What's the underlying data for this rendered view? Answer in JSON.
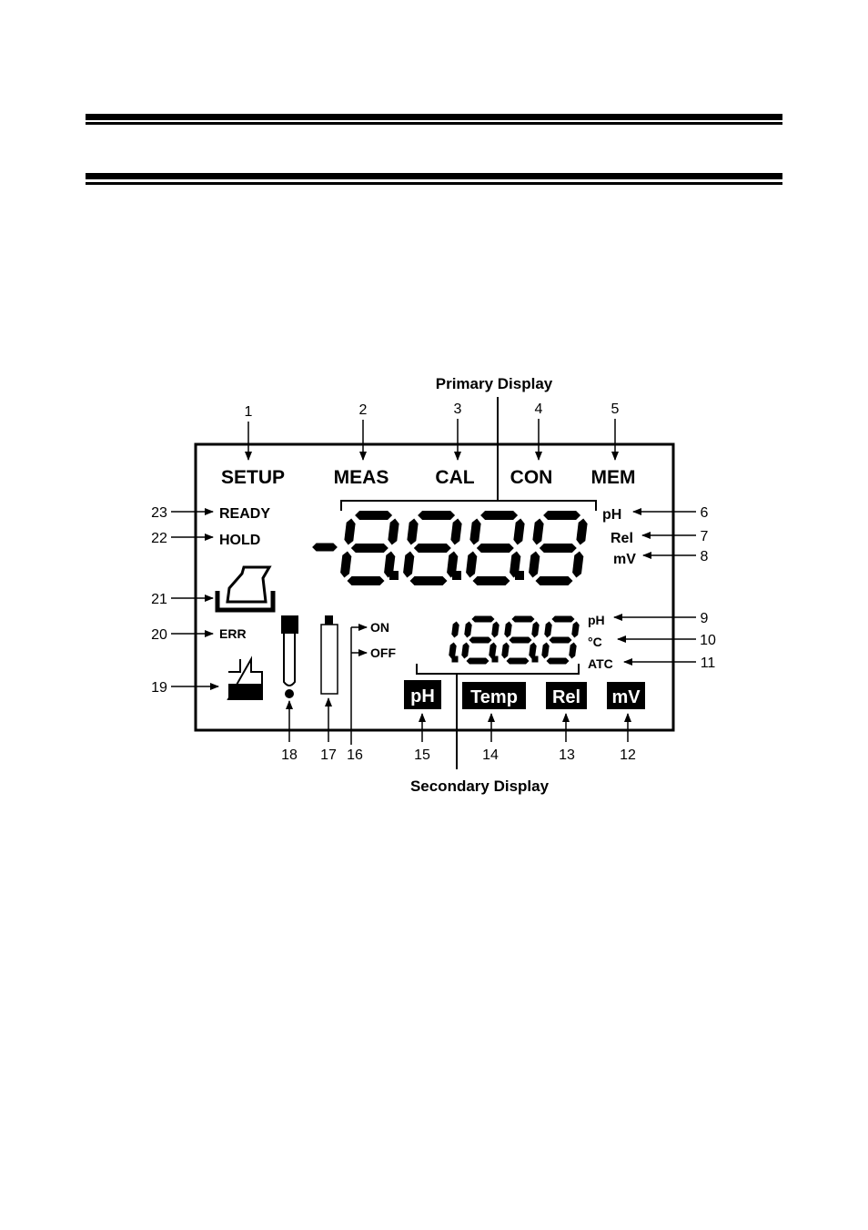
{
  "captions": {
    "primary_display": "Primary Display",
    "secondary_display": "Secondary Display"
  },
  "top_indicators": {
    "setup": "SETUP",
    "meas": "MEAS",
    "cal": "CAL",
    "con": "CON",
    "mem": "MEM"
  },
  "status_indicators": {
    "ready": "READY",
    "hold": "HOLD",
    "err": "ERR",
    "on": "ON",
    "off": "OFF"
  },
  "primary_units": {
    "ph": "pH",
    "rel": "Rel",
    "mv": "mV"
  },
  "secondary_units": {
    "ph": "pH",
    "celsius": "°C",
    "atc": "ATC"
  },
  "mode_tags": {
    "ph": "pH",
    "temp": "Temp",
    "rel": "Rel",
    "mv": "mV"
  },
  "callout_numbers": {
    "n1": "1",
    "n2": "2",
    "n3": "3",
    "n4": "4",
    "n5": "5",
    "n6": "6",
    "n7": "7",
    "n8": "8",
    "n9": "9",
    "n10": "10",
    "n11": "11",
    "n12": "12",
    "n13": "13",
    "n14": "14",
    "n15": "15",
    "n16": "16",
    "n17": "17",
    "n18": "18",
    "n19": "19",
    "n20": "20",
    "n21": "21",
    "n22": "22",
    "n23": "23"
  },
  "segment_display": {
    "primary_sign": "-",
    "primary_digits": "8888",
    "secondary_digits": "1888"
  }
}
